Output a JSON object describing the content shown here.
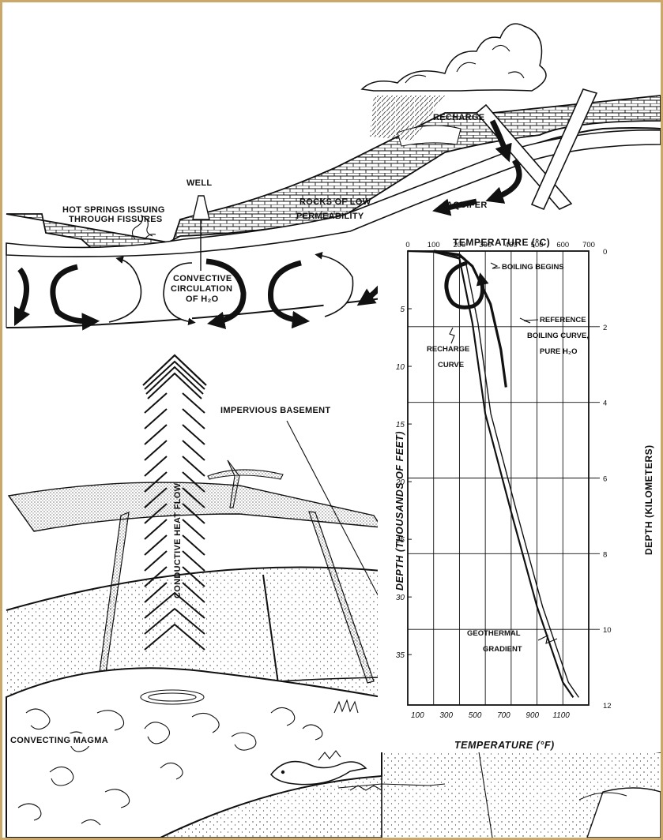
{
  "labels": {
    "recharge": "RECHARGE",
    "aquifer": "AQUIFER",
    "well": "WELL",
    "hot_springs_line1": "HOT SPRINGS ISSUING",
    "hot_springs_line2": "THROUGH FISSURES",
    "rocks_line1": "ROCKS OF LOW",
    "rocks_line2": "PERMEABILITY",
    "convective_line1": "CONVECTIVE",
    "convective_line2": "CIRCULATION",
    "convective_line3": "OF H₂O",
    "impervious_basement": "IMPERVIOUS BASEMENT",
    "conductive_heat_flow": "CONDUCTIVE HEAT FLOW",
    "convecting_magma": "CONVECTING MAGMA"
  },
  "chart_data": {
    "type": "line",
    "top_axis_label": "TEMPERATURE (°C)",
    "top_ticks": [
      "0",
      "100",
      "200",
      "300",
      "400",
      "500",
      "600",
      "700"
    ],
    "bottom_axis_label": "TEMPERATURE (°F)",
    "bottom_ticks": [
      "100",
      "300",
      "500",
      "700",
      "900",
      "1100"
    ],
    "left_axis_label": "DEPTH (THOUSANDS OF FEET)",
    "left_ticks": [
      "5",
      "10",
      "15",
      "20",
      "25",
      "30",
      "35"
    ],
    "right_axis_label": "DEPTH (KILOMETERS)",
    "right_ticks": [
      "0",
      "2",
      "4",
      "6",
      "8",
      "10",
      "12"
    ],
    "annotations": {
      "boiling_begins": "BOILING BEGINS",
      "reference_line1": "REFERENCE",
      "reference_line2": "BOILING CURVE,",
      "reference_line3": "PURE H₂O",
      "recharge_curve_line1": "RECHARGE",
      "recharge_curve_line2": "CURVE",
      "geothermal_line1": "GEOTHERMAL",
      "geothermal_line2": "GRADIENT"
    },
    "xlim_c": [
      0,
      700
    ],
    "ylim_km": [
      0,
      12
    ],
    "series": [
      {
        "x": [
          0,
          100,
          200,
          250,
          300,
          400,
          500,
          600,
          640
        ],
        "y": [
          0,
          0.02,
          0.2,
          1.9,
          4.3,
          6.9,
          9.4,
          11.4,
          11.8
        ]
      },
      {
        "x": [
          100,
          200,
          250,
          320,
          360,
          380
        ],
        "y": [
          0,
          0.1,
          0.4,
          1.4,
          2.6,
          3.6
        ]
      }
    ]
  }
}
